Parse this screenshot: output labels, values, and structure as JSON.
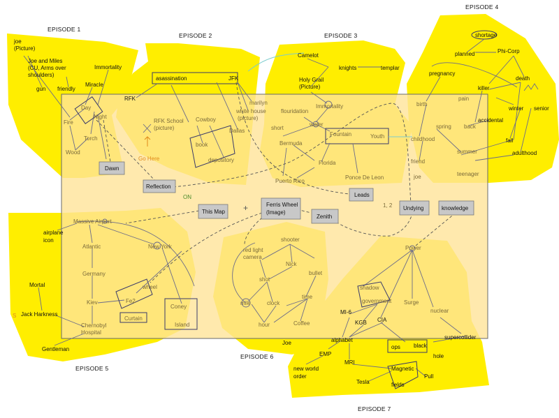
{
  "episodes": {
    "ep1": "EPISODE 1",
    "ep2": "EPISODE 2",
    "ep3": "EPISODE 3",
    "ep4": "EPISODE 4",
    "ep5": "EPISODE 5",
    "ep6": "EPISODE 6",
    "ep7": "EPISODE 7"
  },
  "colors": {
    "episode_fill": "#ffee00",
    "center_fill": "#ffe499",
    "box_fill": "#c8c8c8"
  },
  "boxes": {
    "dawn": "Dawn",
    "reflection": "Reflection",
    "leads": "Leads",
    "this_map": "This Map",
    "ferris_1": "Ferris Wheel",
    "ferris_2": "(Image)",
    "zenith": "Zenith",
    "undying": "Undying",
    "knowledge": "knowledge"
  },
  "center": {
    "on": "ON",
    "one_two": "1, 2",
    "plus": "+"
  },
  "ep1": {
    "joe1": "joe",
    "joe2": "(Picture)",
    "jm1": "Joe and Miles",
    "jm2": "(CU, Arms over",
    "jm3": "shoulders)",
    "immortality": "Immortality",
    "miracle": "Miracle",
    "gun": "gun",
    "friendly": "friendly",
    "day": "Day",
    "night": "Night",
    "fire": "Fire",
    "torch": "Torch",
    "wood": "Wood"
  },
  "ep2": {
    "assassination": "asassination",
    "jfk": "JFK",
    "rfk": "RFK",
    "marilyn": "marilyn",
    "white_house1": "white house",
    "white_house2": "(picture)",
    "rfk_school1": "RFK School",
    "rfk_school2": "(picture)",
    "cowboy": "Cowboy",
    "dallas": "Dallas",
    "book": "book",
    "depository": "depository",
    "go_here": "Go Here"
  },
  "ep3": {
    "camelot": "Camelot",
    "knights": "knights",
    "templar": "templar",
    "holy_grail1": "Holy Grail",
    "holy_grail2": "(Picture)",
    "immortality": "Immortality",
    "flouridation": "flouridation",
    "water": "water",
    "short": "short",
    "fountain": "Fountain",
    "youth": "Youth",
    "bermuda": "Bermuda",
    "florida": "Florida",
    "puerto_rico": "Puerto Rico",
    "ponce": "Ponce De Leon"
  },
  "ep4": {
    "shortage": "shortage",
    "planned": "planned",
    "phi_corp": "Phi-Corp",
    "pregnancy": "pregnancy",
    "death": "death",
    "killer": "killer",
    "pain": "pain",
    "birth": "birth",
    "winter": "winter",
    "senior": "senior",
    "accidental": "accidental",
    "back": "back",
    "spring": "spring",
    "fall": "fall",
    "childhood": "childhood",
    "summer": "summer",
    "adulthood": "adulthood",
    "friend": "friend",
    "joe": "joe",
    "teenager": "teenager"
  },
  "ep5": {
    "massive_airport": "Massive Airport",
    "airplane1": "airplane",
    "airplane2": "icon",
    "atlantic": "Atlantic",
    "new_york": "New York",
    "germany": "Germany",
    "mortal": "Mortal",
    "wheel": "wheel",
    "kiev": "Kiev",
    "fe2": "Fe2",
    "curtain": "Curtain",
    "coney": "Coney",
    "island": "Island",
    "s": "S",
    "jack": "Jack Harkness",
    "chernobyl1": "Chernobyl",
    "chernobyl2": "Hospital",
    "gentleman": "Gentleman"
  },
  "ep6": {
    "shooter": "shooter",
    "red_light1": "red light",
    "red_light2": "camera",
    "nick": "Nick",
    "bullet": "bullet",
    "shot": "shot",
    "time": "time",
    "mile": "mile",
    "clock": "clock",
    "hour": "hour",
    "coffee": "Coffee",
    "joe": "Joe"
  },
  "ep7": {
    "power": "Power",
    "shadow": "shadow",
    "government": "government",
    "surge": "Surge",
    "mi6": "MI-6",
    "cia": "CIA",
    "nuclear": "nuclear",
    "kgb": "KGB",
    "supercollider": "supercollider",
    "alphabet": "alphabet",
    "ops": "ops",
    "black": "black",
    "emp": "EMP",
    "hole": "hole",
    "mri": "MRI",
    "magnetic": "Magnetic",
    "new_world1": "new world",
    "new_world2": "order",
    "pull": "Pull",
    "tesla": "Tesla",
    "fields": "fields"
  }
}
